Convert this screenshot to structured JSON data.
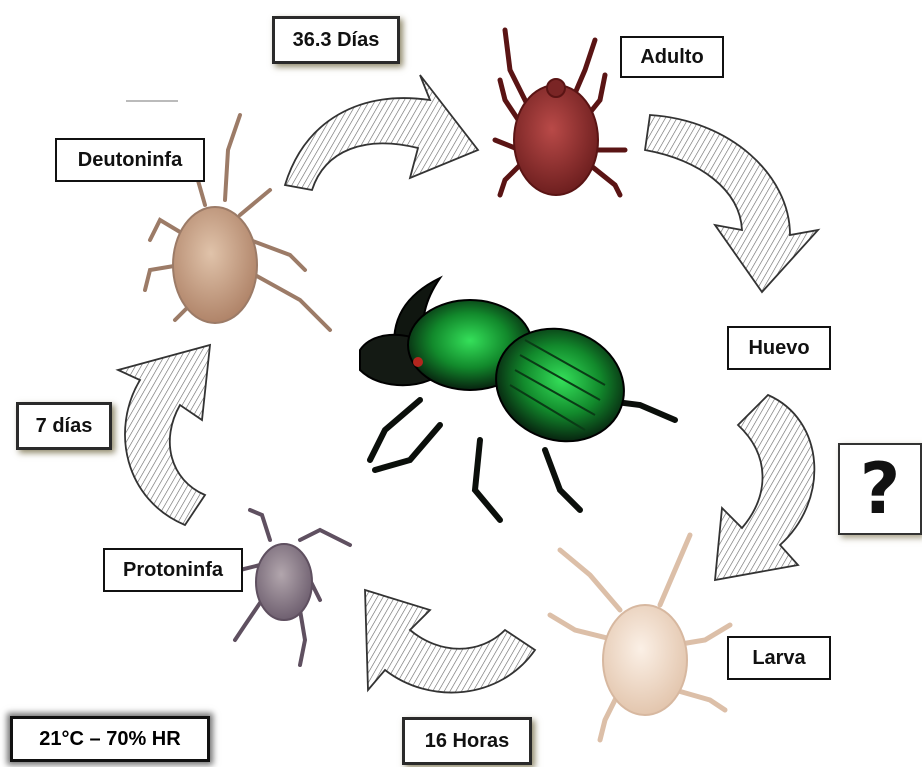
{
  "stages": {
    "adult": "Adulto",
    "egg": "Huevo",
    "larva": "Larva",
    "protonymph": "Protoninfa",
    "deutonymph": "Deutoninfa"
  },
  "durations": {
    "deutonymph_to_adult": "36.3 Días",
    "protonymph_to_deutonymph": "7 días",
    "larva_to_protonymph": "16 Horas",
    "egg_to_larva": "?"
  },
  "conditions": "21°C – 70% HR",
  "colors": {
    "adult_mite": "#8b2a2a",
    "deutonymph_mite": "#c39a82",
    "protonymph_mite": "#8a7a88",
    "larva_mite": "#f1dccb",
    "beetle_green": "#1fa83a",
    "beetle_dark": "#0f1a12"
  }
}
